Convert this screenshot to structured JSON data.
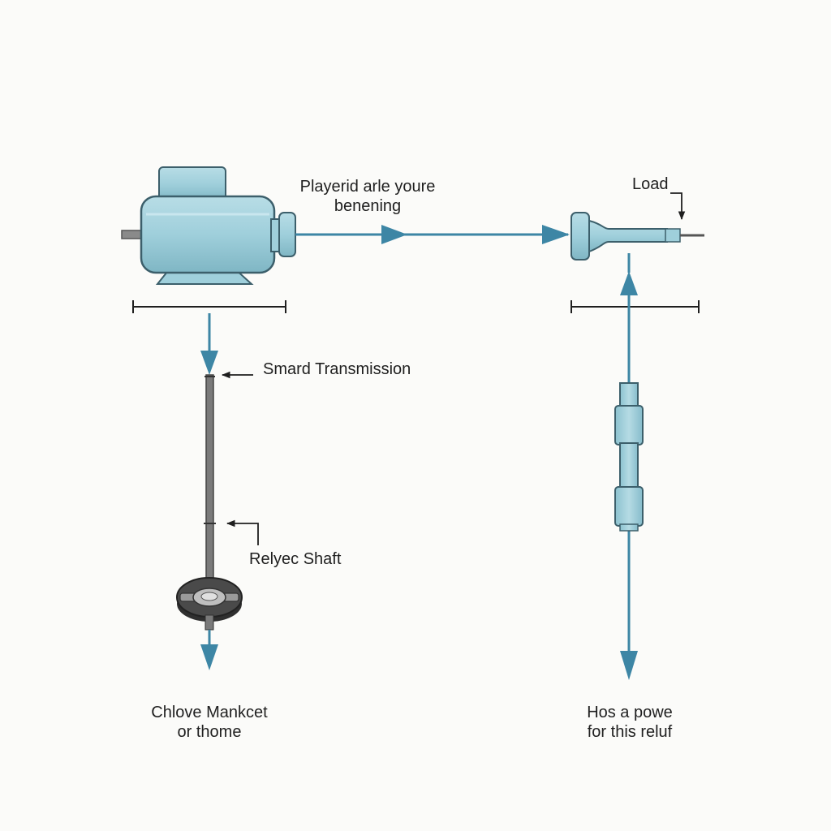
{
  "labels": {
    "top_line1": "Playerid arle youre",
    "top_line2": "benening",
    "load": "Load",
    "transmission": "Smard Transmission",
    "shaft": "Relyec Shaft",
    "bottom_left_line1": "Chlove Mankcet",
    "bottom_left_line2": "or thome",
    "bottom_right_line1": "Hos a powe",
    "bottom_right_line2": "for this reluf"
  },
  "colors": {
    "component_fill": "#9fcfdb",
    "component_stroke": "#3c5f6b",
    "arrow": "#3d86a5",
    "line": "#1f1f1f",
    "shaft": "#6e6e6e",
    "disc": "#3a3a3a",
    "background": "#fbfbf9"
  },
  "icons": [
    "motor-icon",
    "tool-icon",
    "coupling-icon",
    "base-disc-icon"
  ]
}
